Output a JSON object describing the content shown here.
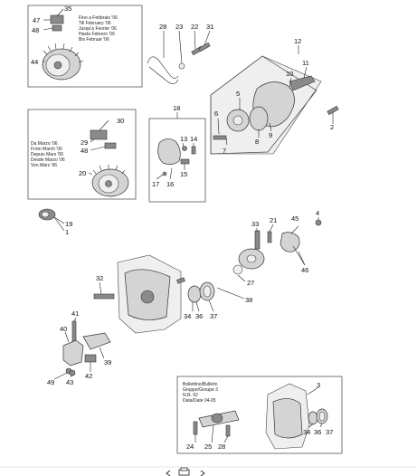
{
  "diagram": {
    "callouts": {
      "c47": "47",
      "c35a": "35",
      "c48a": "48",
      "c44": "44",
      "c28a": "28",
      "c23": "23",
      "c22": "22",
      "c31": "31",
      "c12": "12",
      "c11": "11",
      "c10": "10",
      "c5": "5",
      "c6": "6",
      "c7": "7",
      "c8": "8",
      "c9": "9",
      "c2": "2",
      "c30": "30",
      "c29": "29",
      "c48b": "48",
      "c20": "20",
      "c18": "18",
      "c13": "13",
      "c14": "14",
      "c15": "15",
      "c16": "16",
      "c17": "17",
      "c19": "19",
      "c1": "1",
      "c33": "33",
      "c21": "21",
      "c45": "45",
      "c4": "4",
      "c46": "46",
      "c27": "27",
      "c32": "32",
      "c38": "38",
      "c34a": "34",
      "c36a": "36",
      "c37a": "37",
      "c41": "41",
      "c40": "40",
      "c39": "39",
      "c42": "42",
      "c49": "49",
      "c43": "43",
      "c3": "3",
      "c34b": "34",
      "c36b": "36",
      "c37b": "37",
      "c24": "24",
      "c25": "25",
      "c28b": "28"
    },
    "notes": {
      "until_feb": [
        "Fino a Febbraio '06",
        "Till February '06",
        "Jusqu'a Fevrier '06",
        "Hasta Febrero '06",
        "Bis Februar '06"
      ],
      "from_march": [
        "Da Marzo '06",
        "From March '06",
        "Depuis Mars '06",
        "Desde Marzo '06",
        "Von März '06"
      ],
      "bulletin": [
        "Bollettino/Bulletin",
        "Gruppo/Groupe 3",
        "N.R. 62",
        "Data/Date 04-05"
      ]
    },
    "toolbar": {
      "prev_icon": "chevron-left-icon",
      "print_icon": "printer-icon",
      "next_icon": "chevron-right-icon"
    }
  }
}
